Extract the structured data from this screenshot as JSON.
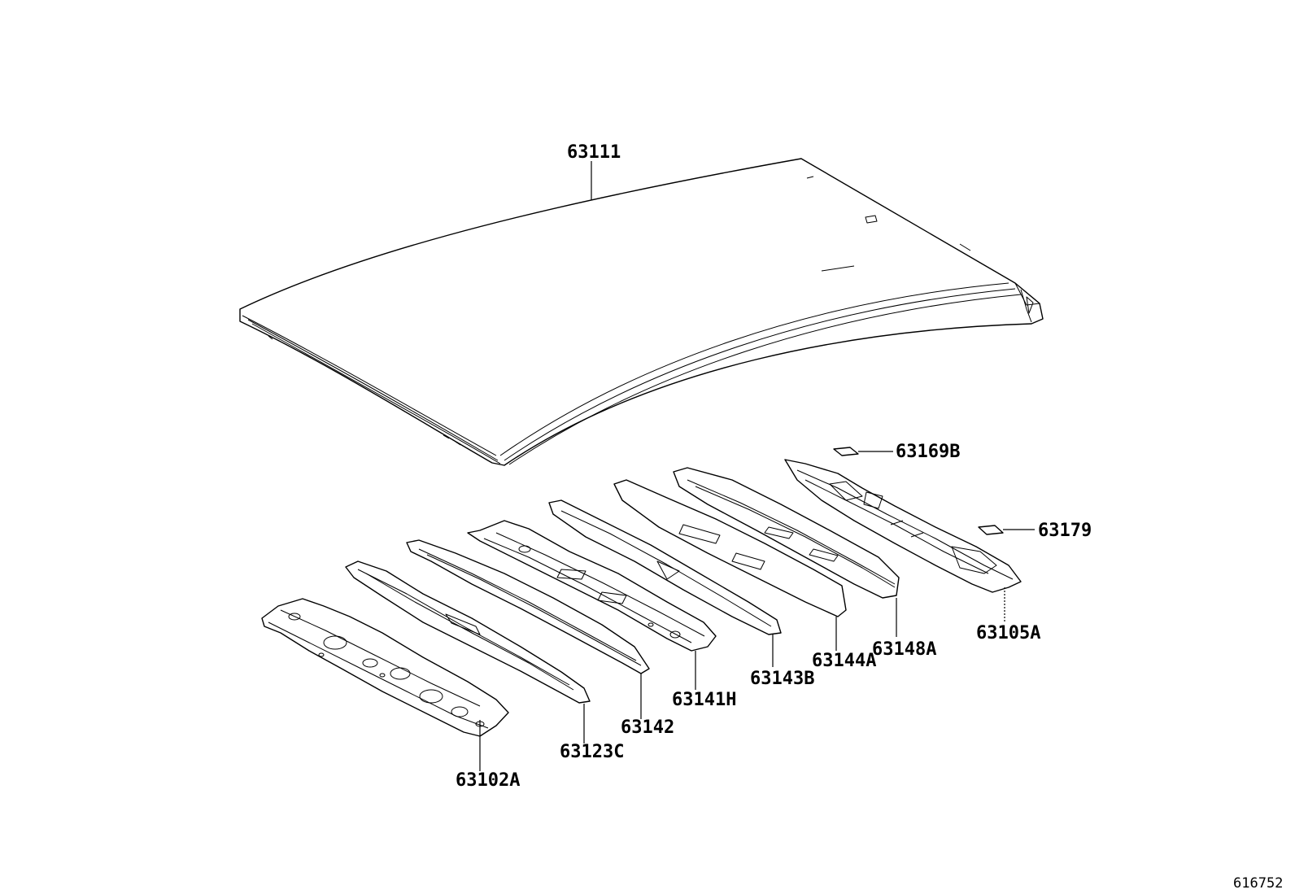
{
  "parts": {
    "roof_panel": "63111",
    "header_front": "63102A",
    "bow_1": "63123C",
    "bow_2": "63142",
    "bow_3": "63141H",
    "bow_4": "63143B",
    "bow_5": "63144A",
    "bow_6": "63148A",
    "header_rear": "63105A",
    "pad_1": "63169B",
    "pad_2": "63179"
  },
  "diagram_id": "616752",
  "colors": {
    "line": "#000000",
    "background": "#ffffff"
  }
}
